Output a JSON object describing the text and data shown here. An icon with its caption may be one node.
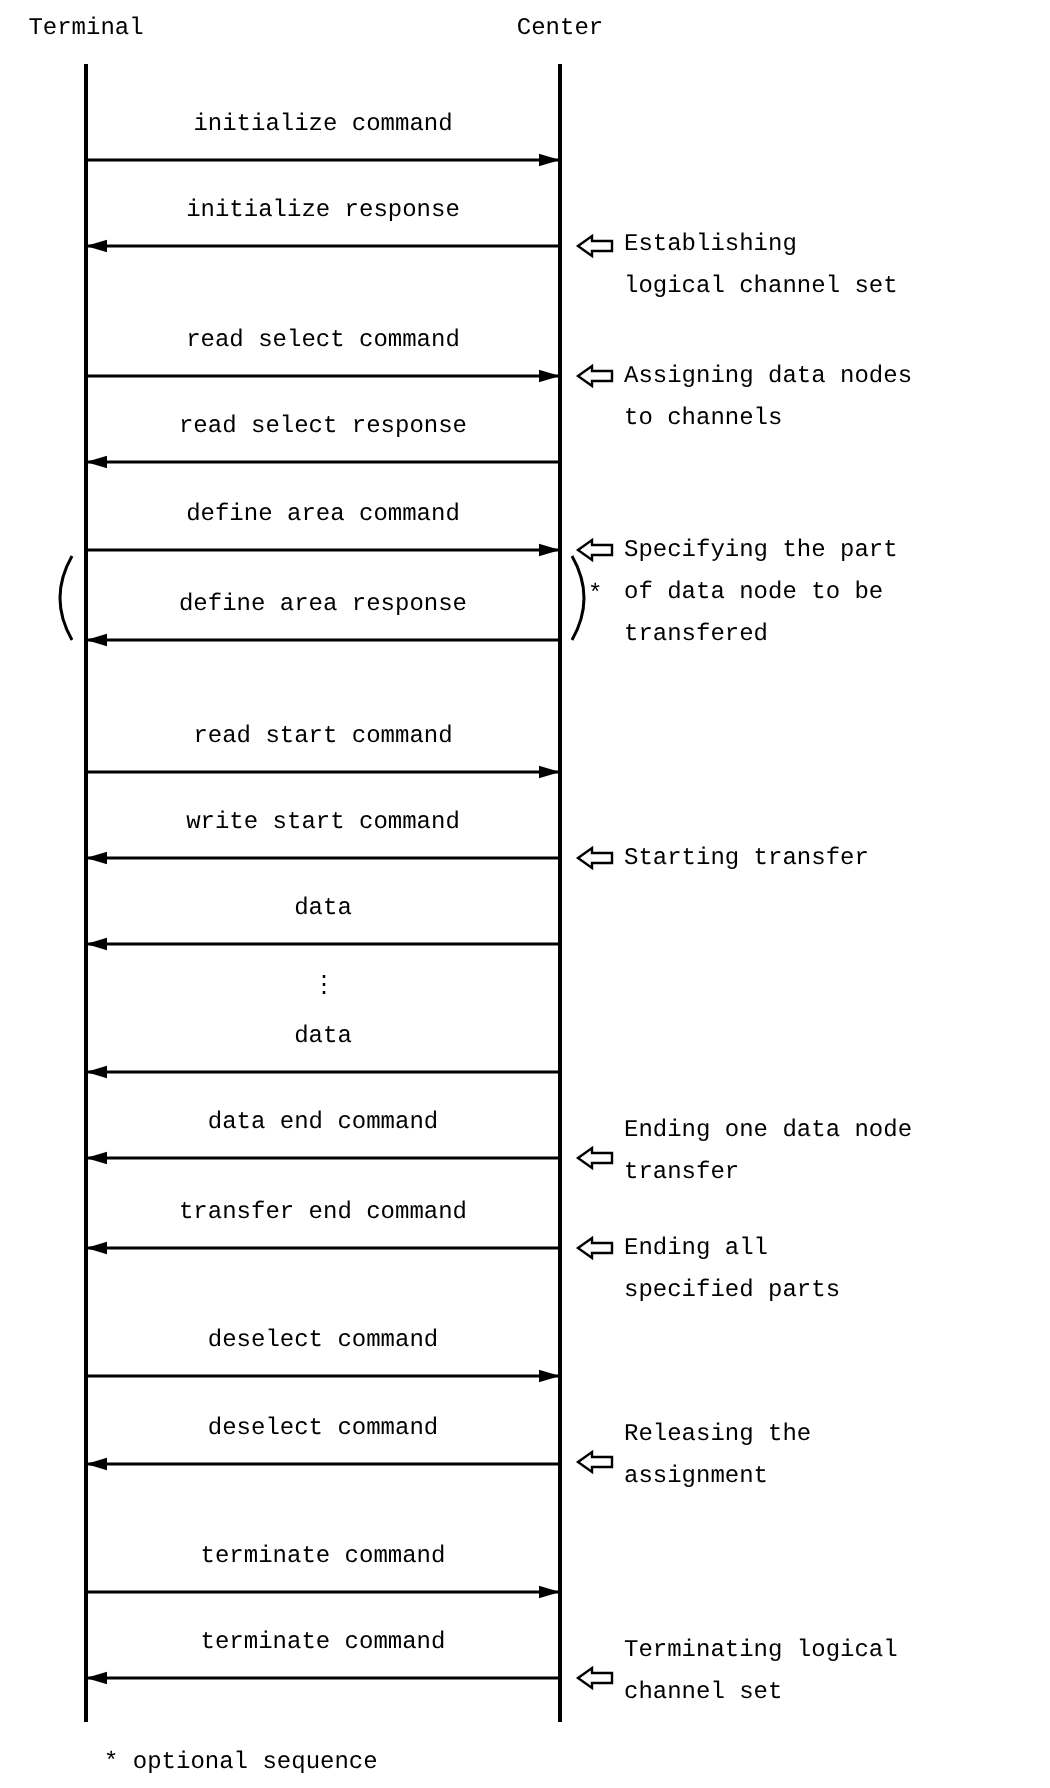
{
  "diagram": {
    "nodes": [
      {
        "text": [
          "Terminal"
        ]
      },
      {
        "text": [
          "Center"
        ]
      }
    ],
    "edges": [
      {
        "from": 0,
        "to": 1,
        "arrow": "to",
        "label": "initialize command"
      },
      {
        "from": 1,
        "to": 0,
        "arrow": "to",
        "label": "initialize response"
      },
      {
        "from": 0,
        "to": 1,
        "arrow": "to",
        "label": "read select command"
      },
      {
        "from": 1,
        "to": 0,
        "arrow": "to",
        "label": "read select response"
      },
      {
        "from": 0,
        "to": 1,
        "arrow": "to",
        "label": "define area command"
      },
      {
        "from": 1,
        "to": 0,
        "arrow": "to",
        "label": "define area response"
      },
      {
        "from": 0,
        "to": 1,
        "arrow": "to",
        "label": "read start command"
      },
      {
        "from": 1,
        "to": 0,
        "arrow": "to",
        "label": "write start command"
      },
      {
        "from": 1,
        "to": 0,
        "arrow": "to",
        "label": "data"
      },
      {
        "from": 1,
        "to": 0,
        "arrow": "to",
        "label": "data"
      },
      {
        "from": 1,
        "to": 0,
        "arrow": "to",
        "label": "data end command"
      },
      {
        "from": 1,
        "to": 0,
        "arrow": "to",
        "label": "transfer end command"
      },
      {
        "from": 0,
        "to": 1,
        "arrow": "to",
        "label": "deselect command"
      },
      {
        "from": 1,
        "to": 0,
        "arrow": "to",
        "label": "deselect command"
      },
      {
        "from": 0,
        "to": 1,
        "arrow": "to",
        "label": "terminate command"
      },
      {
        "from": 1,
        "to": 0,
        "arrow": "to",
        "label": "terminate command"
      }
    ],
    "labels": [
      "Establishing logical channel set",
      "Assigning data nodes to channels",
      "Specifying the part of data node to be transfered",
      "*",
      "Starting transfer",
      "⋮",
      "Ending one data node transfer",
      "Ending all specified parts",
      "Releasing the assignment",
      "Terminating logical channel set",
      "* optional sequence"
    ]
  }
}
